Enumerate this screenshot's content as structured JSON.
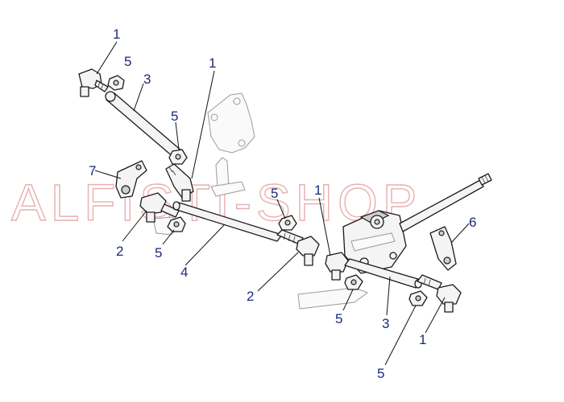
{
  "watermark": "ALFISTI-SHOP",
  "callouts": [
    {
      "id": "c1",
      "label": "1"
    },
    {
      "id": "c2",
      "label": "5"
    },
    {
      "id": "c3",
      "label": "3"
    },
    {
      "id": "c4",
      "label": "1"
    },
    {
      "id": "c5",
      "label": "5"
    },
    {
      "id": "c6",
      "label": "7"
    },
    {
      "id": "c7",
      "label": "5"
    },
    {
      "id": "c8",
      "label": "2"
    },
    {
      "id": "c9",
      "label": "5"
    },
    {
      "id": "c10",
      "label": "4"
    },
    {
      "id": "c11",
      "label": "2"
    },
    {
      "id": "c12",
      "label": "1"
    },
    {
      "id": "c13",
      "label": "6"
    },
    {
      "id": "c14",
      "label": "5"
    },
    {
      "id": "c15",
      "label": "3"
    },
    {
      "id": "c16",
      "label": "1"
    },
    {
      "id": "c17",
      "label": "5"
    }
  ],
  "colors": {
    "callout": "#1b2a7a",
    "line": "#1a1a1a",
    "watermark": "#e7b0b0"
  }
}
